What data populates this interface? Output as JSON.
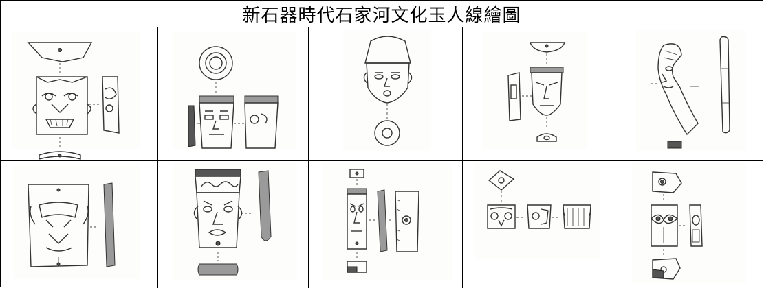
{
  "table": {
    "title": "新石器時代石家河文化玉人線繪圖",
    "rows": [
      {
        "cells": [
          {
            "figure": "jade-figure-drawing-1"
          },
          {
            "figure": "jade-figure-drawing-2"
          },
          {
            "figure": "jade-figure-drawing-3"
          },
          {
            "figure": "jade-figure-drawing-4"
          },
          {
            "figure": "jade-figure-drawing-5"
          }
        ]
      },
      {
        "cells": [
          {
            "figure": "jade-figure-drawing-6"
          },
          {
            "figure": "jade-figure-drawing-7"
          },
          {
            "figure": "jade-figure-drawing-8"
          },
          {
            "figure": "jade-figure-drawing-9"
          },
          {
            "figure": "jade-figure-drawing-10"
          }
        ]
      }
    ]
  }
}
